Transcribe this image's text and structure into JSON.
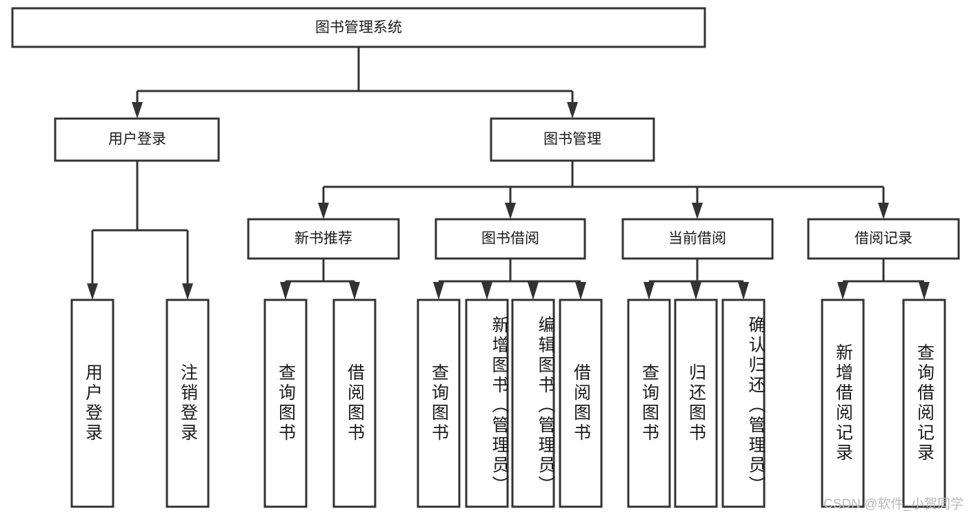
{
  "diagram": {
    "type": "tree",
    "title": "图书管理系统",
    "watermark": "CSDN @软件_小贺同学",
    "colors": {
      "box_fill": "#ffffff",
      "box_stroke": "#333333",
      "text": "#1a1a1a",
      "background": "#ffffff",
      "watermark": "#b9b9b9"
    },
    "nodes": {
      "root": {
        "label": "图书管理系统"
      },
      "level2": [
        {
          "label": "用户登录"
        },
        {
          "label": "图书管理"
        }
      ],
      "level3": [
        {
          "label": "新书推荐"
        },
        {
          "label": "图书借阅"
        },
        {
          "label": "当前借阅"
        },
        {
          "label": "借阅记录"
        }
      ],
      "leaves": [
        {
          "label": "用户登录",
          "parent": "用户登录",
          "align": "center"
        },
        {
          "label": "注销登录",
          "parent": "用户登录",
          "align": "center"
        },
        {
          "label": "查询图书",
          "parent": "新书推荐",
          "align": "center"
        },
        {
          "label": "借阅图书",
          "parent": "新书推荐",
          "align": "center"
        },
        {
          "label": "查询图书",
          "parent": "图书借阅",
          "align": "center"
        },
        {
          "label": "新增图书（管理员）",
          "parent": "图书借阅",
          "align": "top"
        },
        {
          "label": "编辑图书（管理员）",
          "parent": "图书借阅",
          "align": "top"
        },
        {
          "label": "借阅图书",
          "parent": "图书借阅",
          "align": "center"
        },
        {
          "label": "查询图书",
          "parent": "当前借阅",
          "align": "center"
        },
        {
          "label": "归还图书",
          "parent": "当前借阅",
          "align": "center"
        },
        {
          "label": "确认归还（管理员）",
          "parent": "当前借阅",
          "align": "top"
        },
        {
          "label": "新增借阅记录",
          "parent": "借阅记录",
          "align": "center"
        },
        {
          "label": "查询借阅记录",
          "parent": "借阅记录",
          "align": "center"
        }
      ]
    }
  }
}
